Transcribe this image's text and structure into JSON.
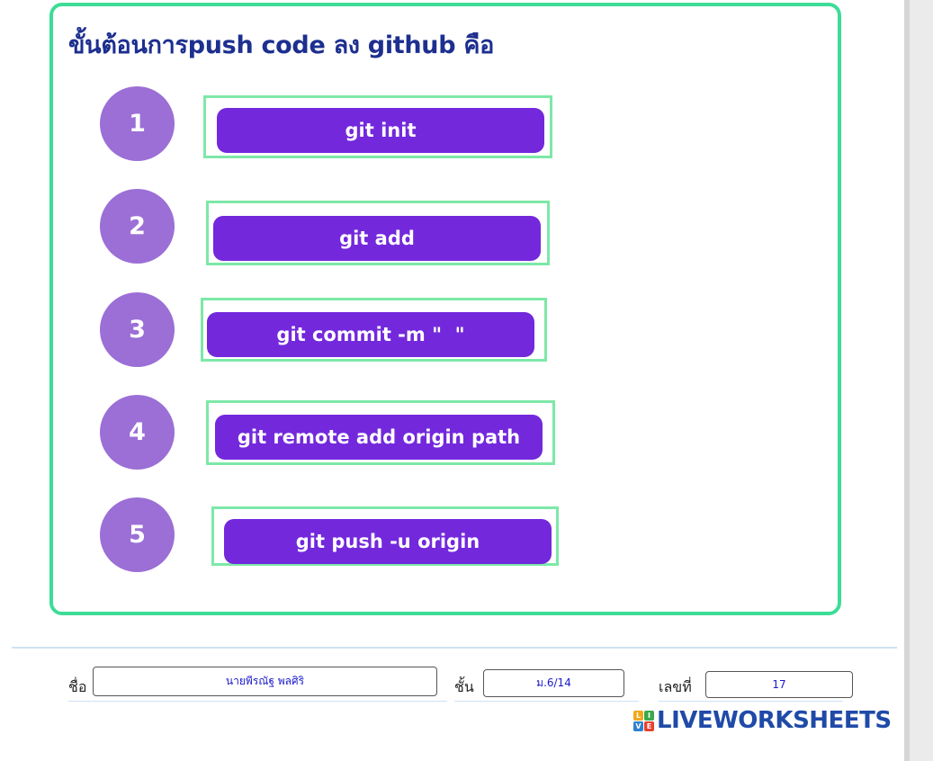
{
  "worksheet": {
    "title": "ขั้นต้อนการpush code ลง github คือ",
    "steps": [
      {
        "number": "1",
        "answer": "git init"
      },
      {
        "number": "2",
        "answer": "git add"
      },
      {
        "number": "3",
        "answer": "git commit -m \"  \""
      },
      {
        "number": "4",
        "answer": "git remote add origin path"
      },
      {
        "number": "5",
        "answer": "git push -u origin"
      }
    ]
  },
  "student_form": {
    "name_label": "ชื่อ",
    "name_value": "นายพีรณัฐ พลศิริ",
    "class_label": "ชั้น",
    "class_value": "ม.6/14",
    "number_label": "เลขที่",
    "number_value": "17"
  },
  "branding": {
    "logo_tiles": [
      "L",
      "I",
      "V",
      "E"
    ],
    "logo_text": "LIVEWORKSHEETS"
  },
  "colors": {
    "title": "#1d2f8f",
    "card_border": "#3ddc97",
    "step_circle": "#9b6fd6",
    "answer_chip": "#7328dc",
    "drop_zone_border": "#7de8a8",
    "brand": "#1f4aa8"
  }
}
